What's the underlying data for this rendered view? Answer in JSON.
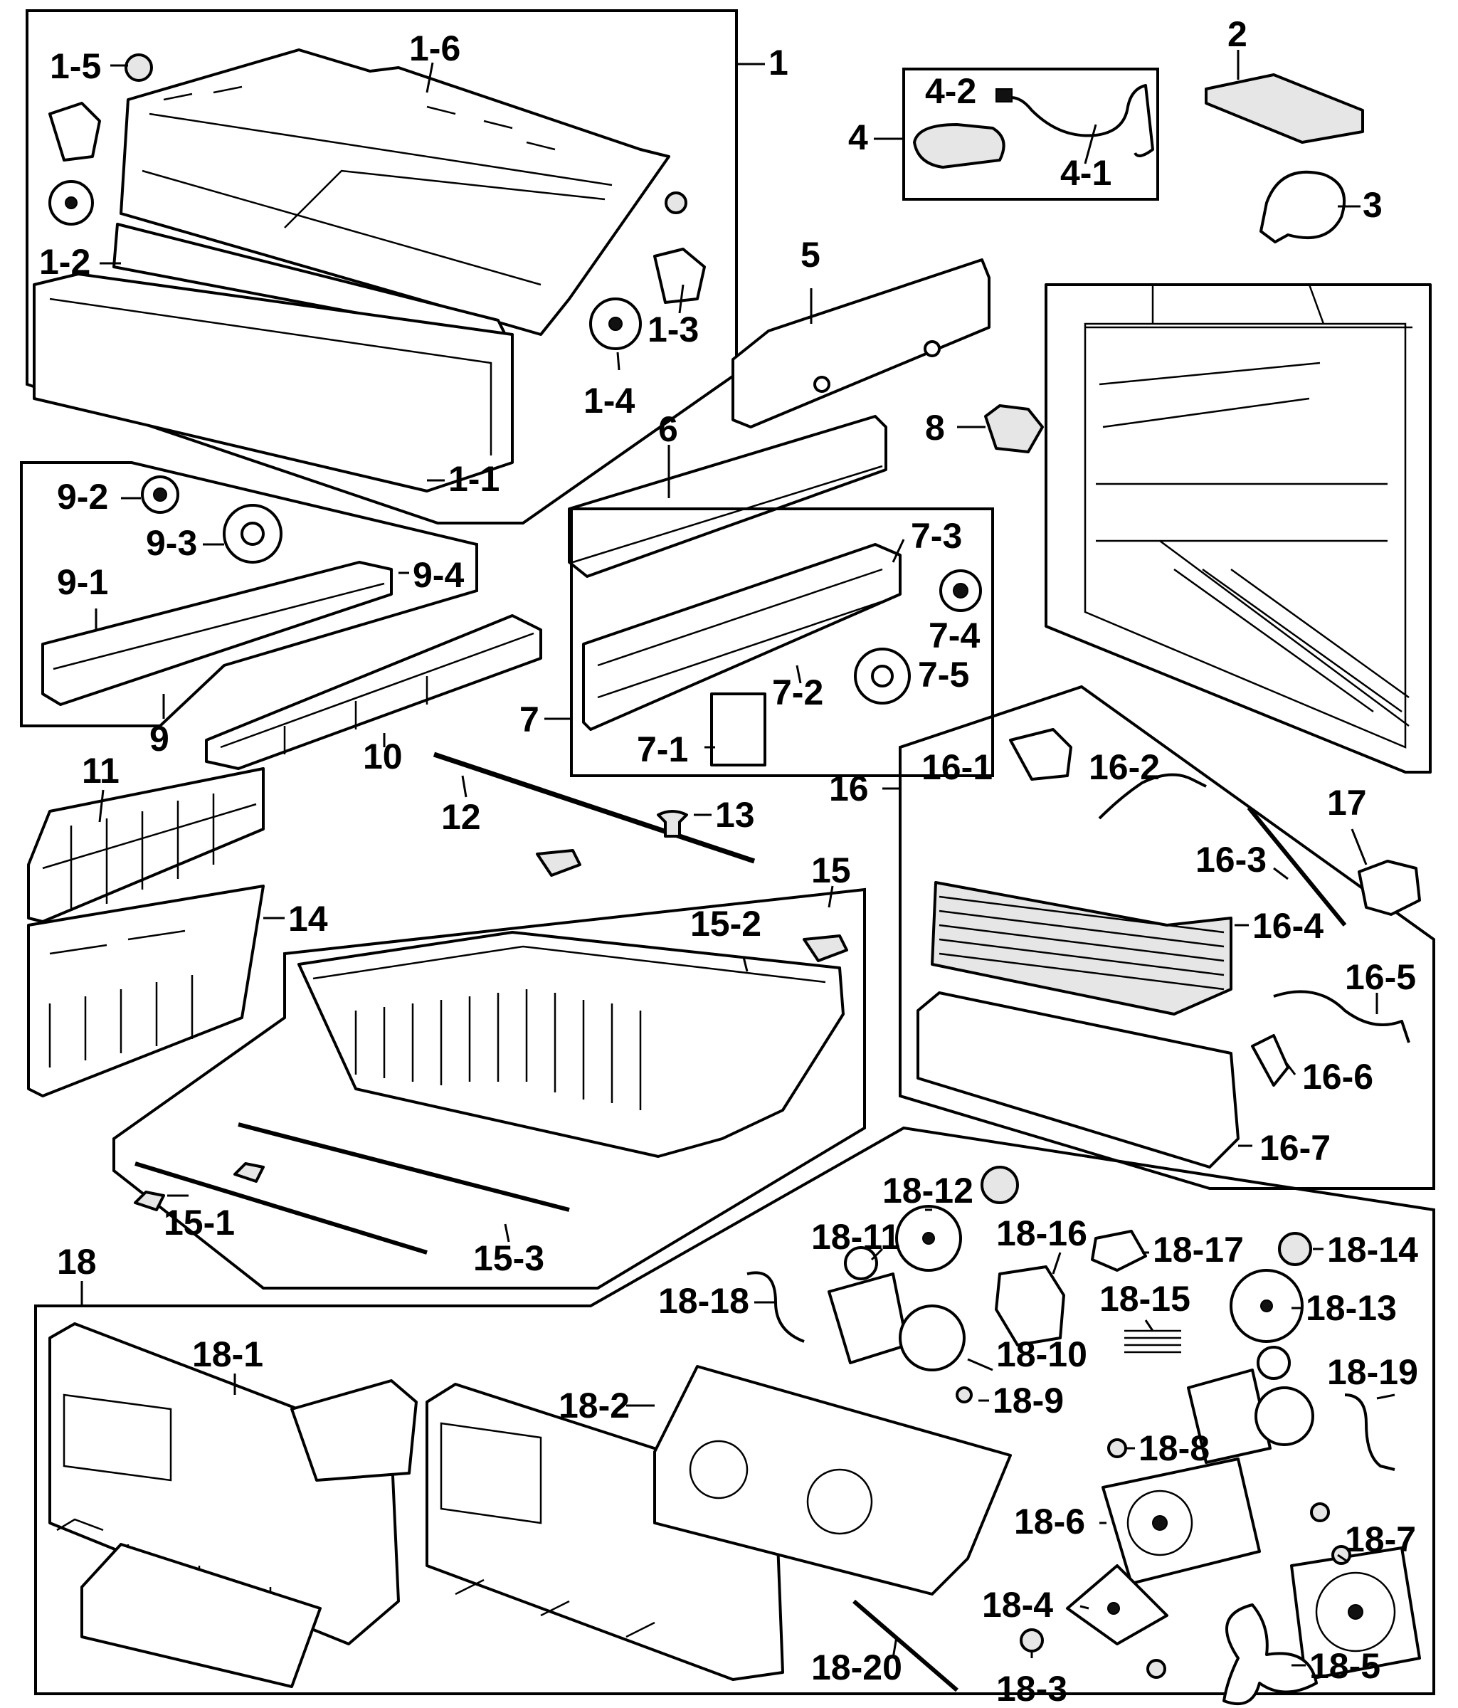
{
  "labels": {
    "l1": "1",
    "l1_1": "1-1",
    "l1_2": "1-2",
    "l1_3": "1-3",
    "l1_4": "1-4",
    "l1_5": "1-5",
    "l1_6": "1-6",
    "l2": "2",
    "l3": "3",
    "l4": "4",
    "l4_1": "4-1",
    "l4_2": "4-2",
    "l5": "5",
    "l6": "6",
    "l7": "7",
    "l7_1": "7-1",
    "l7_2": "7-2",
    "l7_3": "7-3",
    "l7_4": "7-4",
    "l7_5": "7-5",
    "l8": "8",
    "l9": "9",
    "l9_1": "9-1",
    "l9_2": "9-2",
    "l9_3": "9-3",
    "l9_4": "9-4",
    "l10": "10",
    "l11": "11",
    "l12": "12",
    "l13": "13",
    "l14": "14",
    "l15": "15",
    "l15_1": "15-1",
    "l15_2": "15-2",
    "l15_3": "15-3",
    "l16": "16",
    "l16_1": "16-1",
    "l16_2": "16-2",
    "l16_3": "16-3",
    "l16_4": "16-4",
    "l16_5": "16-5",
    "l16_6": "16-6",
    "l16_7": "16-7",
    "l17": "17",
    "l18": "18",
    "l18_1": "18-1",
    "l18_2": "18-2",
    "l18_3": "18-3",
    "l18_4": "18-4",
    "l18_5": "18-5",
    "l18_6": "18-6",
    "l18_7": "18-7",
    "l18_8": "18-8",
    "l18_9": "18-9",
    "l18_10": "18-10",
    "l18_11": "18-11",
    "l18_12": "18-12",
    "l18_13": "18-13",
    "l18_14": "18-14",
    "l18_15": "18-15",
    "l18_16": "18-16",
    "l18_17": "18-17",
    "l18_18": "18-18",
    "l18_19": "18-19",
    "l18_20": "18-20"
  }
}
